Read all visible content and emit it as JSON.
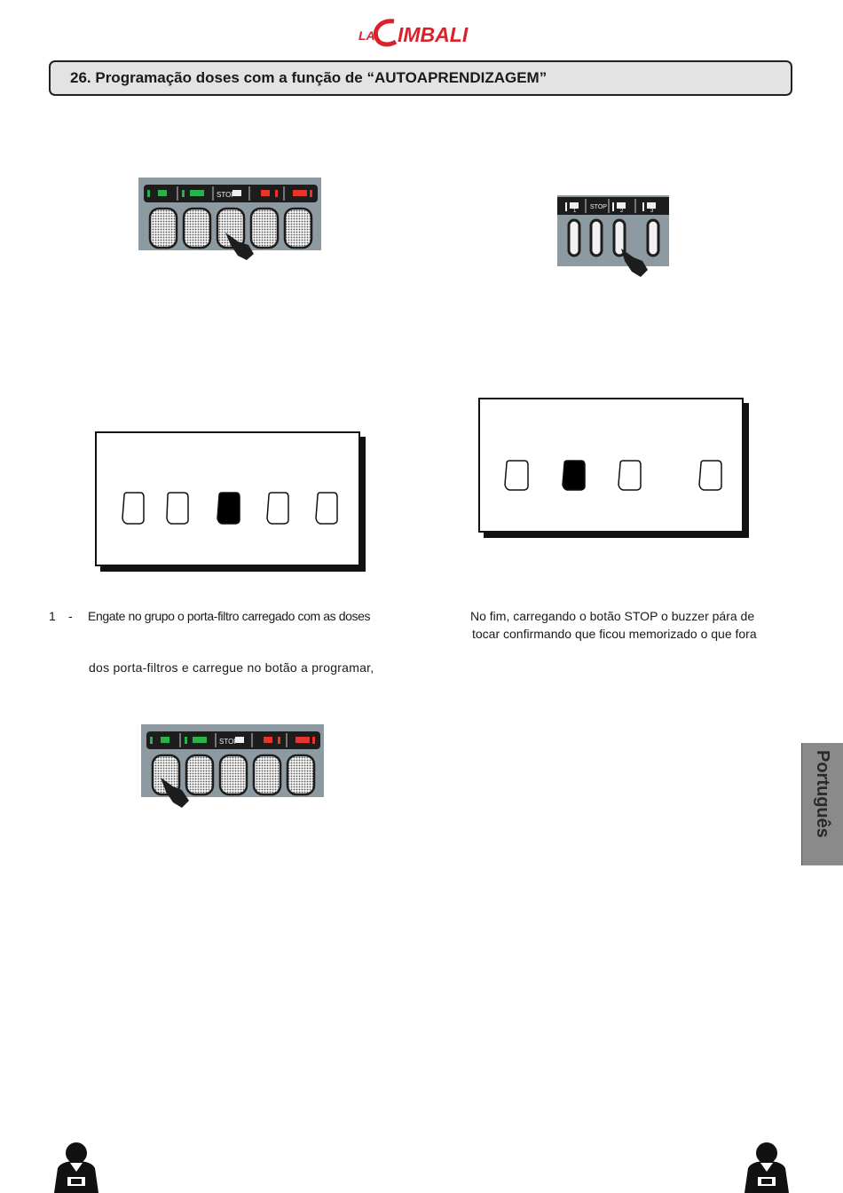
{
  "header": {
    "logo_alt": "LaCimbali",
    "section_title": "26.   Programação doses com a função de “AUTOAPRENDIZAGEM”"
  },
  "keypad_labels": {
    "stop": "STOP",
    "digit_1": "1",
    "digit_2": "2",
    "digit_3": "3"
  },
  "led_indicators": {
    "left_box_states": [
      "off",
      "off",
      "on",
      "off",
      "off"
    ],
    "right_box_states": [
      "off",
      "on",
      "off",
      "off"
    ]
  },
  "text": {
    "step_number": "1",
    "step_dash": "-",
    "left_line_1": "Engate no grupo o porta-filtro carregado com as doses",
    "left_line_2": "dos porta-filtros e carregue no botão a programar,",
    "right_line_1": "No fim, carregando o botão STOP o buzzer pára de",
    "right_line_2": "tocar confirmando que ficou memorizado o que fora"
  },
  "side_tab": {
    "label": "Português"
  },
  "colors": {
    "brand_red": "#d8232a",
    "panel_gray": "#8e9aa2",
    "title_bg": "#e3e3e3",
    "tab_gray": "#8a8a8a"
  }
}
